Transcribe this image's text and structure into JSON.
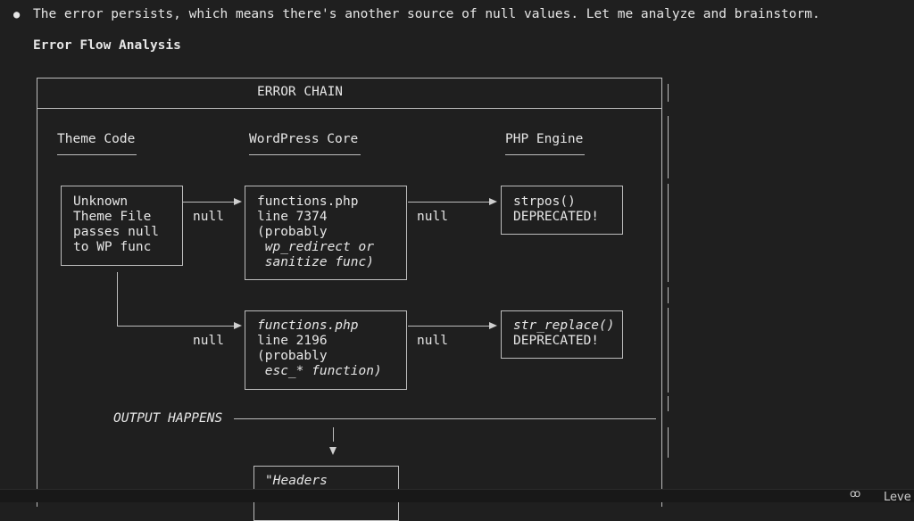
{
  "message": {
    "bullet_icon": "bullet-dot",
    "text": "The error persists, which means there's another source of null values. Let me analyze and brainstorm."
  },
  "heading": "Error Flow Analysis",
  "diagram": {
    "title": "ERROR CHAIN",
    "columns": [
      "Theme Code",
      "WordPress Core",
      "PHP Engine"
    ],
    "theme_box": [
      "Unknown",
      "Theme File",
      "passes null",
      "to WP func"
    ],
    "core_box_1": [
      "functions.php",
      "line 7374",
      "(probably",
      " wp_redirect or",
      " sanitize func)"
    ],
    "core_box_2": [
      "functions.php",
      "line 2196",
      "(probably",
      " esc_* function)"
    ],
    "php_box_1": [
      "strpos()",
      "DEPRECATED!"
    ],
    "php_box_2": [
      "str_replace()",
      "DEPRECATED!"
    ],
    "edge_label": "null",
    "output_label": "OUTPUT HAPPENS",
    "headers_box": "\"Headers"
  },
  "status_bar": {
    "icon": "agent-icon",
    "text": "Leve"
  }
}
